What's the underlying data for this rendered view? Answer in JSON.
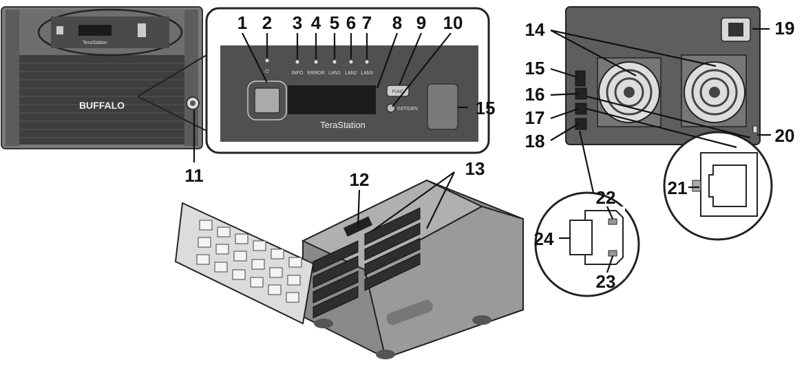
{
  "callouts": {
    "n1": "1",
    "n2": "2",
    "n3": "3",
    "n4": "4",
    "n5": "5",
    "n6": "6",
    "n7": "7",
    "n8": "8",
    "n9": "9",
    "n10": "10",
    "n11": "11",
    "n12": "12",
    "n13": "13",
    "n14": "14",
    "n15a": "15",
    "n15b": "15",
    "n16": "16",
    "n17": "17",
    "n18": "18",
    "n19": "19",
    "n20": "20",
    "n21": "21",
    "n22": "22",
    "n23": "23",
    "n24": "24"
  },
  "panel": {
    "led_labels": [
      "INFO",
      "ERROR",
      "LAN1",
      "LAN2",
      "LAN3"
    ],
    "brand": "TeraStation",
    "function_label": "FUNC",
    "init_label": "INIT/DEN"
  },
  "front": {
    "brand": "BUFFALO",
    "mini_brand": "TeraStation"
  },
  "colors": {
    "panel_dark": "#505050",
    "device_body": "#6a6a6a",
    "line": "#111111"
  }
}
